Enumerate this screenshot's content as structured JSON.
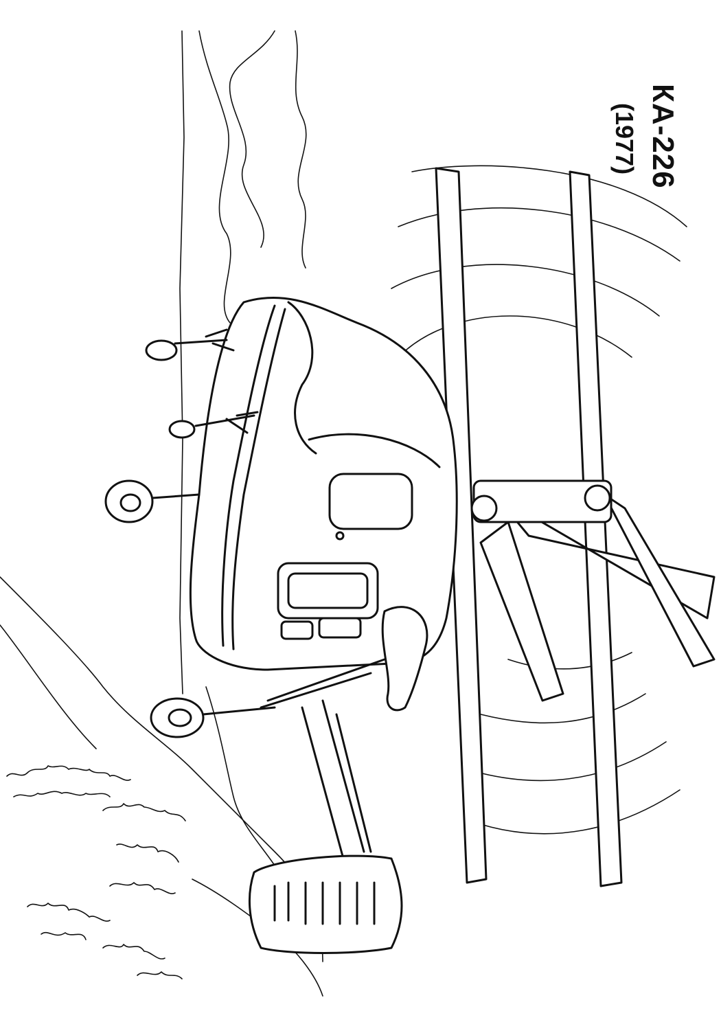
{
  "illustration": {
    "subject": "helicopter-coloring-page",
    "model": "КА-226",
    "year": "(1977)"
  }
}
